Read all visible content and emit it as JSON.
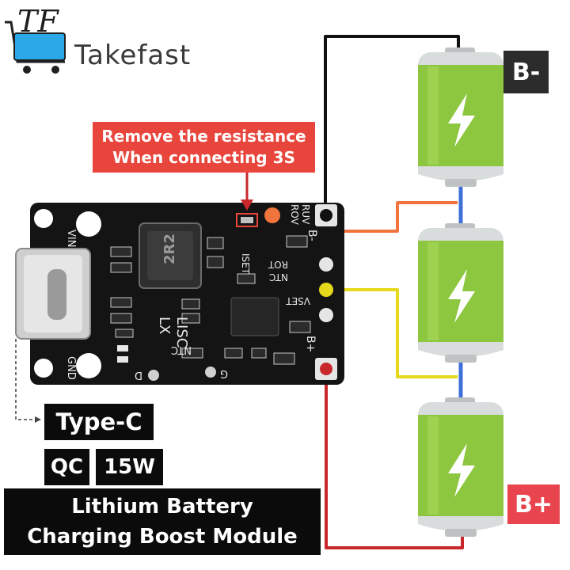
{
  "brand": {
    "logo_letters": "TF",
    "name": "Takefast"
  },
  "warning": {
    "line1": "Remove the resistance",
    "line2": "When connecting 3S"
  },
  "terminals": {
    "negative": "B-",
    "positive": "B+"
  },
  "features": {
    "connector": "Type-C",
    "protocol": "QC",
    "power": "15W"
  },
  "product_title": {
    "line1": "Lithium Battery",
    "line2": "Charging Boost Module"
  },
  "board_labels": {
    "vin": "VIN",
    "gnd": "GND",
    "inductor": "2R2",
    "lx": "LX",
    "lisc": "LISC",
    "ntc": "NTC",
    "d": "D",
    "g": "G",
    "rot": "ROT",
    "iset": "ISET",
    "rov": "ROV",
    "ruv": "RUV",
    "vset": "VSET",
    "b_minus": "B-",
    "b_plus": "B+"
  },
  "colors": {
    "battery_green": "#8dc63f",
    "battery_cap": "#d9dcdc",
    "pcb": "#111111",
    "wire_black": "#111111",
    "wire_orange": "#f0743c",
    "wire_yellow": "#e6d81a",
    "wire_red": "#c8282c",
    "wire_blue": "#3f6fd8",
    "warning_red": "#e8453c",
    "b_plus_pink": "#e8454e",
    "logo_blue": "#2aa8e8"
  }
}
